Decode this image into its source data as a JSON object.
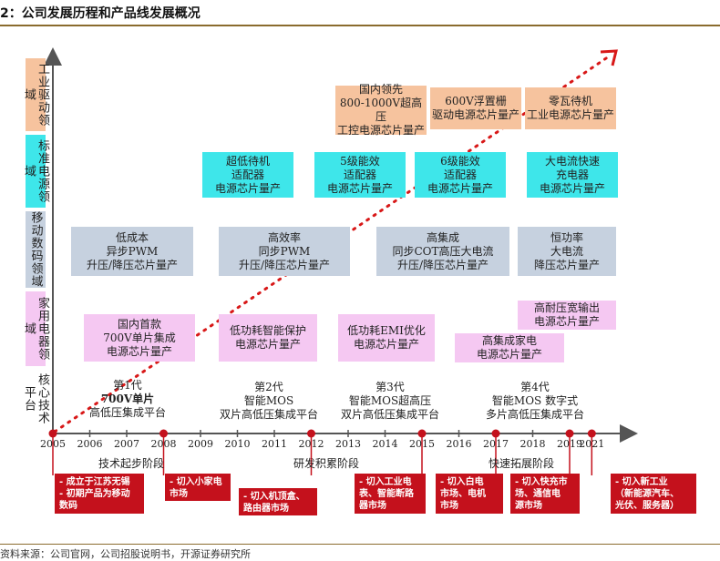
{
  "header": {
    "title": "2：公司发展历程和产品线发展概况"
  },
  "source": "资料来源：公司官网，公司招股说明书，开源证券研究所",
  "categories": {
    "industrial": "工业驱动领域",
    "standard": "标准电源领域",
    "mobile": "移动数码领域",
    "appliance": "家用电器领域",
    "platform": "核心技术平台"
  },
  "industrial_boxes": [
    {
      "line1": "国内领先",
      "line2": "800-1000V超高压",
      "line3": "工控电源芯片量产"
    },
    {
      "line1": "600V浮置栅",
      "line2": "驱动电源芯片量产"
    },
    {
      "line1": "零瓦待机",
      "line2": "工业电源芯片量产"
    }
  ],
  "standard_boxes": [
    {
      "line1": "超低待机",
      "line2": "适配器",
      "line3": "电源芯片量产"
    },
    {
      "line1": "5级能效",
      "line2": "适配器",
      "line3": "电源芯片量产"
    },
    {
      "line1": "6级能效",
      "line2": "适配器",
      "line3": "电源芯片量产"
    },
    {
      "line1": "大电流快速",
      "line2": "充电器",
      "line3": "电源芯片量产"
    }
  ],
  "mobile_boxes": [
    {
      "line1": "低成本",
      "line2": "异步PWM",
      "line3": "升压/降压芯片量产"
    },
    {
      "line1": "高效率",
      "line2": "同步PWM",
      "line3": "升压/降压芯片量产"
    },
    {
      "line1": "高集成",
      "line2": "同步COT高压大电流",
      "line3": "升压/降压芯片量产"
    },
    {
      "line1": "恒功率",
      "line2": "大电流",
      "line3": "降压芯片量产"
    }
  ],
  "appliance_boxes": [
    {
      "line1": "国内首款",
      "line2": "700V单片集成",
      "line3": "电源芯片量产"
    },
    {
      "line1": "低功耗智能保护",
      "line2": "电源芯片量产"
    },
    {
      "line1": "低功耗EMI优化",
      "line2": "电源芯片量产"
    },
    {
      "line1": "高集成家电",
      "line2": "电源芯片量产"
    },
    {
      "line1": "高耐压宽输出",
      "line2": "电源芯片量产"
    }
  ],
  "generations": [
    {
      "line1": "第1代",
      "line2": "700V单片",
      "line3": "高低压集成平台"
    },
    {
      "line1": "第2代",
      "line2": "智能MOS",
      "line3": "双片高低压集成平台"
    },
    {
      "line1": "第3代",
      "line2": "智能MOS超高压",
      "line3": "双片高低压集成平台"
    },
    {
      "line1": "第4代",
      "line2": "智能MOS 数字式",
      "line3": "多片高低压集成平台"
    }
  ],
  "years": [
    "2005",
    "2006",
    "2007",
    "2008",
    "2009",
    "2010",
    "2011",
    "2012",
    "2013",
    "2014",
    "2015",
    "2016",
    "2017",
    "2018",
    "2019",
    "2021"
  ],
  "milestone_years": [
    "2005",
    "2008",
    "2012",
    "2015",
    "2017",
    "2019",
    "2021"
  ],
  "stages": [
    "技术起步阶段",
    "研发积累阶段",
    "快速拓展阶段"
  ],
  "events": [
    {
      "lines": [
        "- 成立于江苏无锡",
        "- 初期产品为移动",
        "数码"
      ]
    },
    {
      "lines": [
        "- 切入小家电",
        "市场"
      ]
    },
    {
      "lines": [
        "- 切入机顶盒、",
        "路由器市场"
      ]
    },
    {
      "lines": [
        "- 切入工业电",
        "表、智能断路",
        "器市场"
      ]
    },
    {
      "lines": [
        "- 切入白电",
        "市场、电机",
        "市场"
      ]
    },
    {
      "lines": [
        "- 切入快充市",
        "场、通信电",
        "源市场"
      ]
    },
    {
      "lines": [
        "- 切入新工业",
        "（新能源汽车、",
        "光伏、服务器）"
      ]
    }
  ],
  "colors": {
    "accent_red": "#c4111c",
    "cyan": "#3ee6ea",
    "blue": "#c6d1df",
    "pink": "#f5c8f2",
    "orange": "#f6c39e",
    "axis": "#555555"
  }
}
